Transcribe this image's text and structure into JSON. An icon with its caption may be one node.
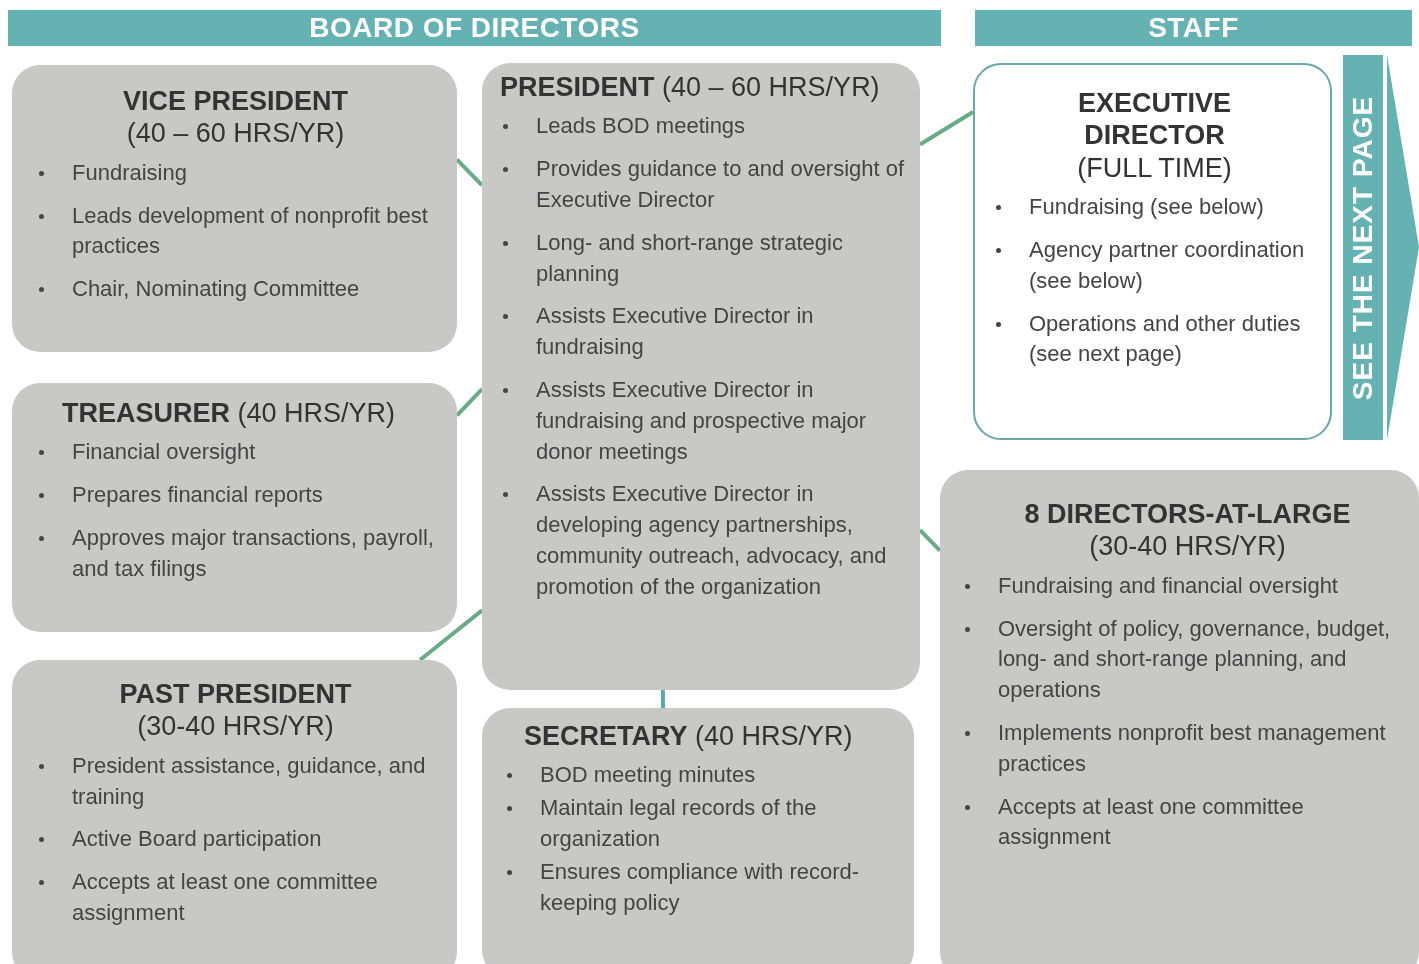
{
  "diagram": {
    "nodes": [
      {
        "text": [
          "BOARD OF DIRECTORS"
        ]
      },
      {
        "text": [
          "STAFF"
        ]
      },
      {
        "text": [
          "**VICE PRESIDENT** (40 – 60 HRS/YR)",
          "Fundraising",
          "Leads development of nonprofit best practices",
          "Chair, Nominating Committee"
        ]
      },
      {
        "text": [
          "**PRESIDENT** (40 – 60 HRS/YR)",
          "Leads BOD meetings",
          "Provides guidance to and oversight of Executive Director",
          "Long- and short-range strategic planning",
          "Assists Executive Director in fundraising",
          "Assists Executive Director in fundraising and prospective major donor meetings",
          "Assists Executive Director in developing agency partnerships, community outreach, advocacy, and promotion of the organization"
        ]
      },
      {
        "text": [
          "**TREASURER** (40 HRS/YR)",
          "Financial oversight",
          "Prepares financial reports",
          "Approves major transactions, payroll, and tax filings"
        ]
      },
      {
        "text": [
          "**PAST PRESIDENT** (30-40 HRS/YR)",
          "President assistance, guidance, and training",
          "Active Board participation",
          "Accepts at least one committee assignment"
        ]
      },
      {
        "text": [
          "**SECRETARY** (40 HRS/YR)",
          "BOD meeting minutes",
          "Maintain legal records of the organization",
          "Ensures compliance with record-keeping policy"
        ]
      },
      {
        "text": [
          "**EXECUTIVE DIRECTOR** (FULL TIME)",
          "Fundraising (see below)",
          "Agency partner coordination (see below)",
          "Operations and other duties (see next page)"
        ]
      },
      {
        "text": [
          "**8 DIRECTORS-AT-LARGE** (30-40 HRS/YR)",
          "Fundraising and financial oversight",
          "Oversight of policy, governance, budget, long- and short-range planning, and operations",
          "Implements nonprofit best management practices",
          "Accepts at least one committee assignment"
        ]
      },
      {
        "text": [
          "SEE THE NEXT PAGE"
        ]
      }
    ],
    "edges": [
      {
        "from": 2,
        "to": 3,
        "arrow": "none"
      },
      {
        "from": 4,
        "to": 3,
        "arrow": "none"
      },
      {
        "from": 5,
        "to": 3,
        "arrow": "none"
      },
      {
        "from": 3,
        "to": 7,
        "arrow": "none"
      },
      {
        "from": 3,
        "to": 8,
        "arrow": "none"
      },
      {
        "from": 3,
        "to": 6,
        "arrow": "none",
        "color": "#5aa9a9"
      }
    ]
  }
}
